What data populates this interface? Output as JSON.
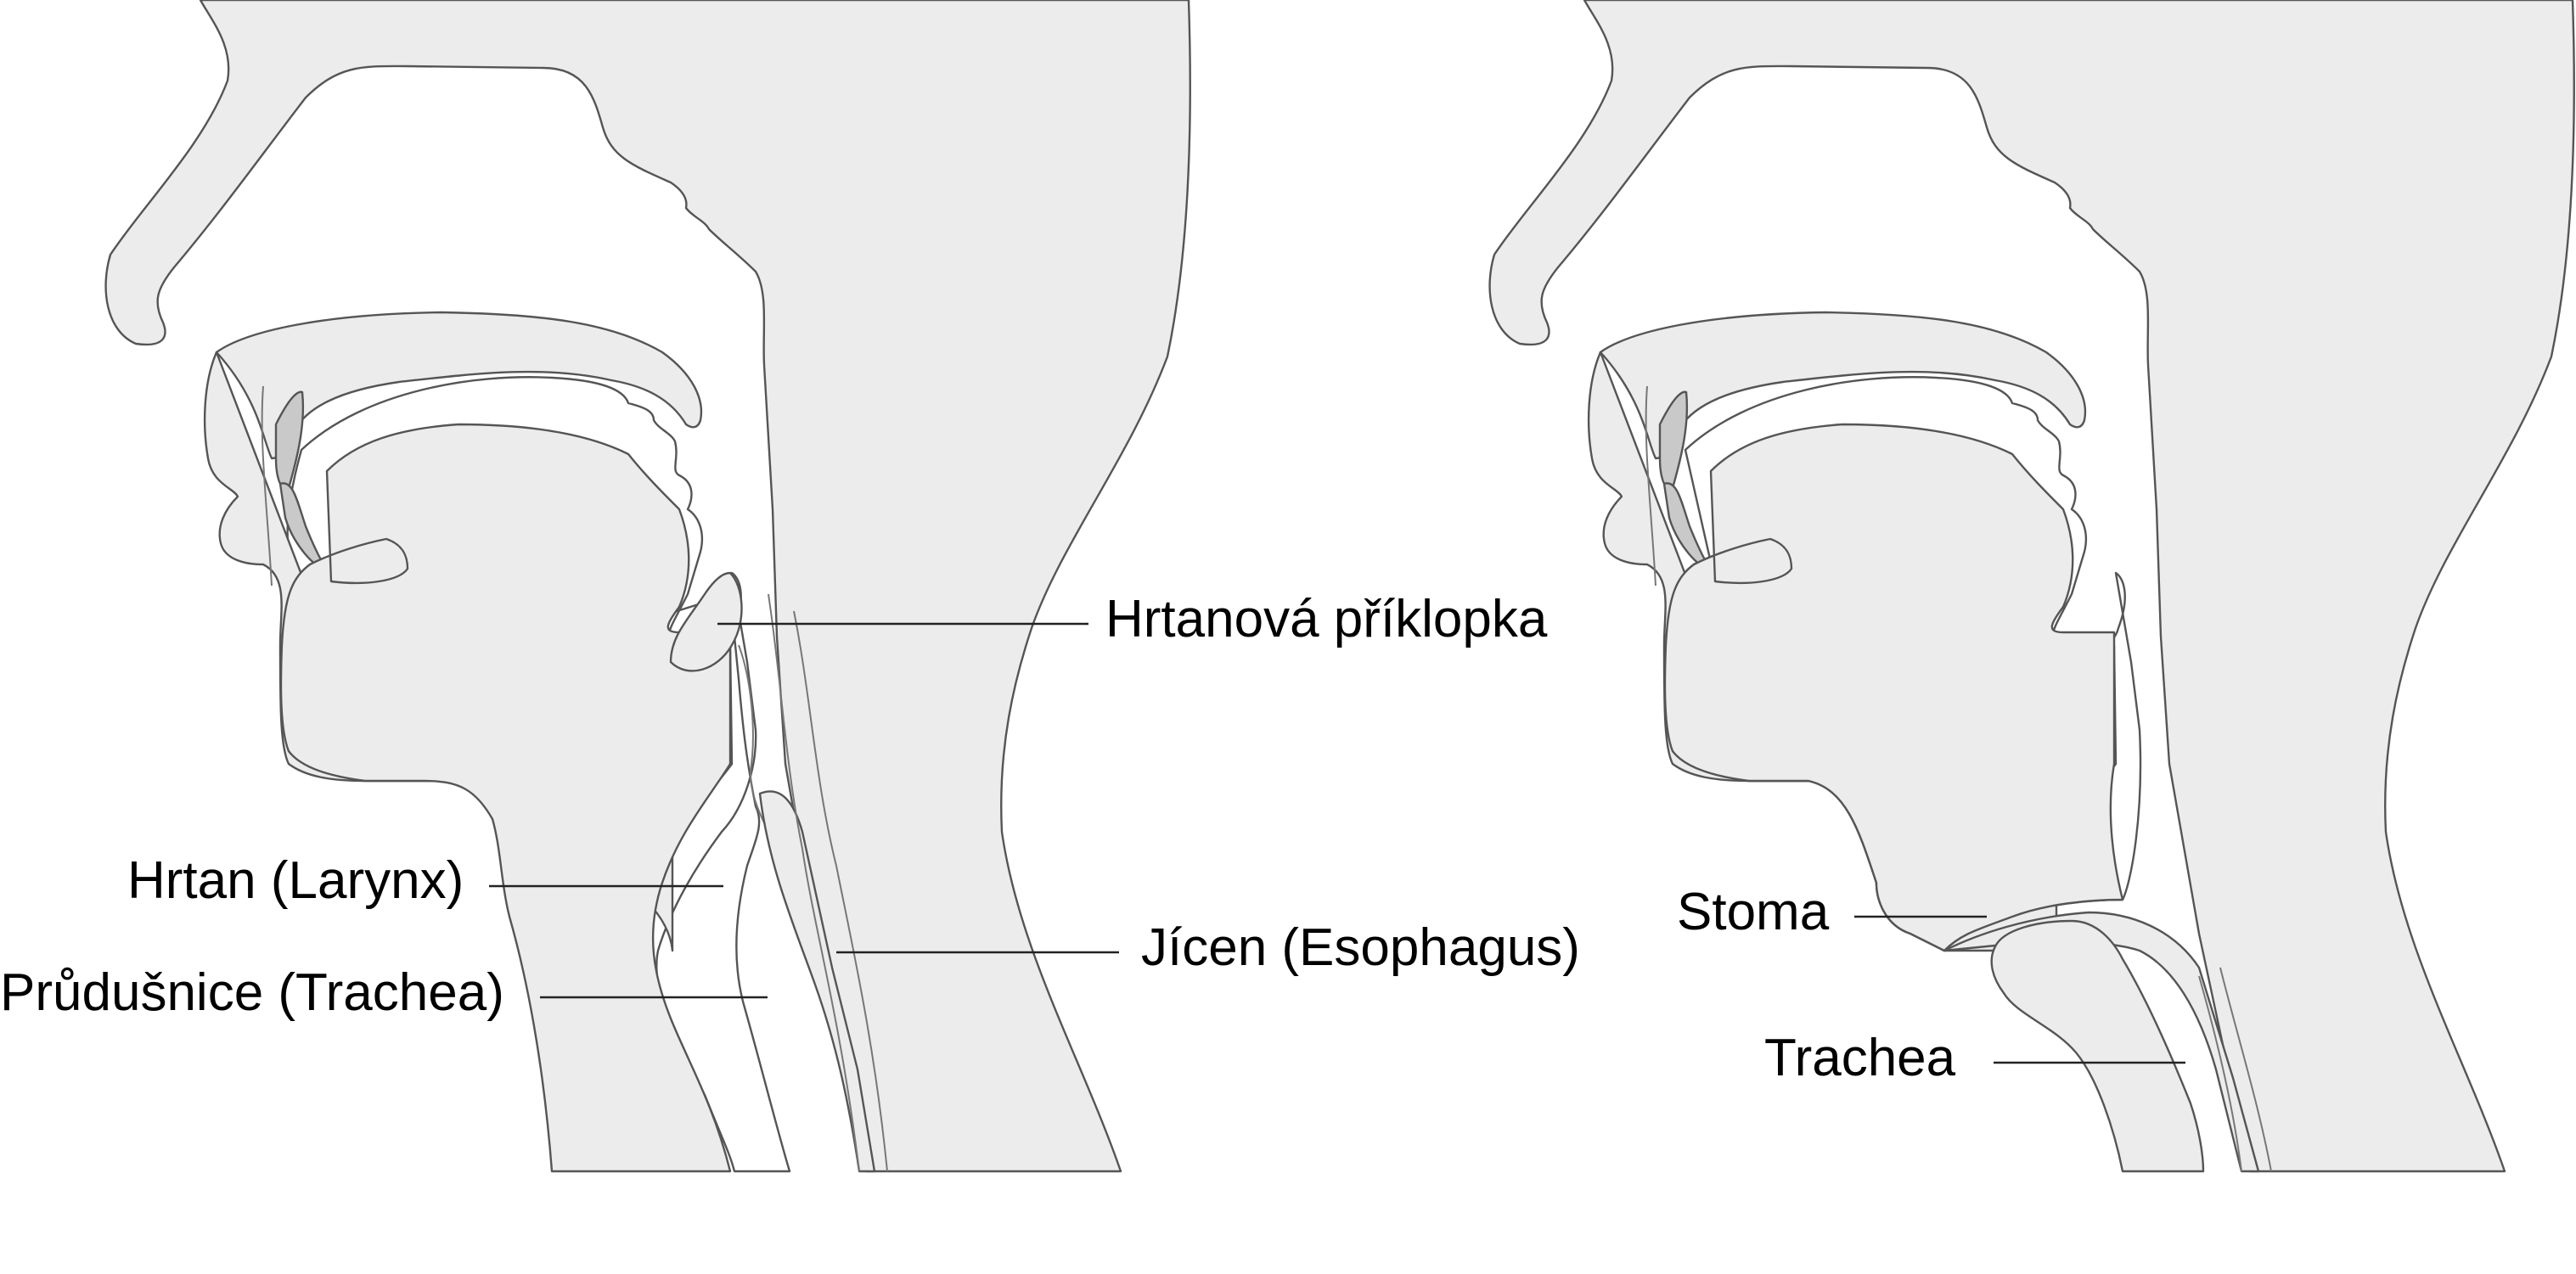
{
  "labels": {
    "epiglottis": "Hrtanová příklopka",
    "larynx": "Hrtan (Larynx)",
    "trachea_left": "Průdušnice (Trachea)",
    "esophagus": "Jícen (Esophagus)",
    "stoma": "Stoma",
    "trachea_right": "Trachea"
  }
}
